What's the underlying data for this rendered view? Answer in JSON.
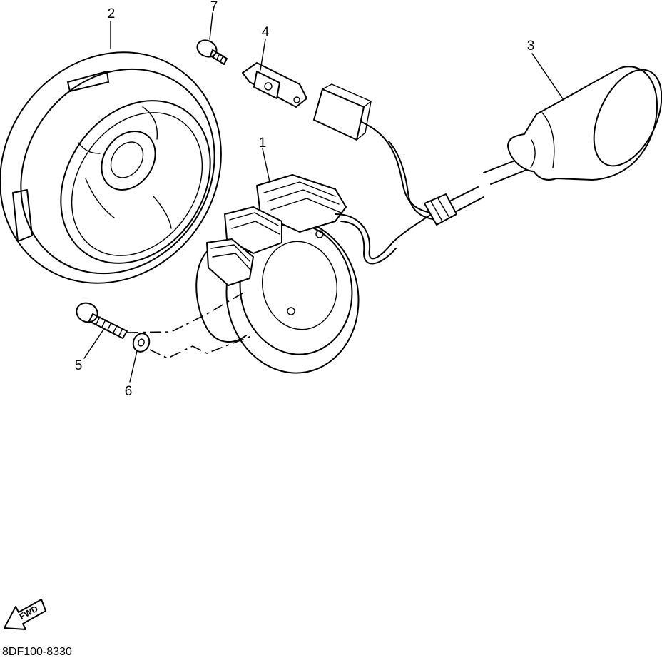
{
  "callouts": [
    {
      "id": "1",
      "text": "1"
    },
    {
      "id": "2",
      "text": "2"
    },
    {
      "id": "3",
      "text": "3"
    },
    {
      "id": "4",
      "text": "4"
    },
    {
      "id": "5",
      "text": "5"
    },
    {
      "id": "6",
      "text": "6"
    },
    {
      "id": "7",
      "text": "7"
    }
  ],
  "fwd_arrow": {
    "text": "FWD"
  },
  "diagram_code": "8DF100-8330"
}
